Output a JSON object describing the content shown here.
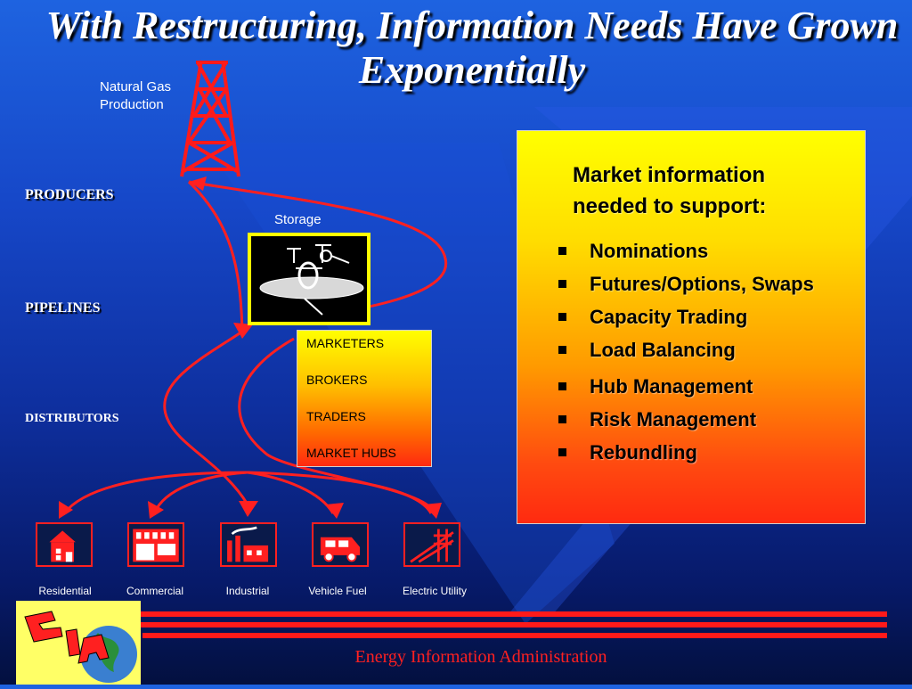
{
  "slide": {
    "title": "With Restructuring, Information Needs Have Grown Exponentially",
    "footer": "Energy Information Administration"
  },
  "diagram": {
    "natural_gas_label": "Natural Gas Production",
    "producers_label": "PRODUCERS",
    "pipelines_label": "PIPELINES",
    "distributors_label": "DISTRIBUTORS",
    "storage_label": "Storage",
    "market_participants": [
      "MARKETERS",
      "BROKERS",
      "TRADERS",
      "MARKET HUBS"
    ],
    "end_uses": [
      "Residential",
      "Commercial",
      "Industrial",
      "Vehicle Fuel",
      "Electric Utility"
    ]
  },
  "info_box": {
    "heading": "Market information needed to support:",
    "items": [
      "Nominations",
      "Futures/Options, Swaps",
      "Capacity Trading",
      "Load Balancing",
      "Hub Management",
      "Risk Management",
      "Rebundling"
    ]
  },
  "colors": {
    "accent_red": "#ff2020",
    "accent_yellow": "#ffff00",
    "background_blue": "#1647c8"
  },
  "logo_icon": "eia-globe-logo-icon"
}
